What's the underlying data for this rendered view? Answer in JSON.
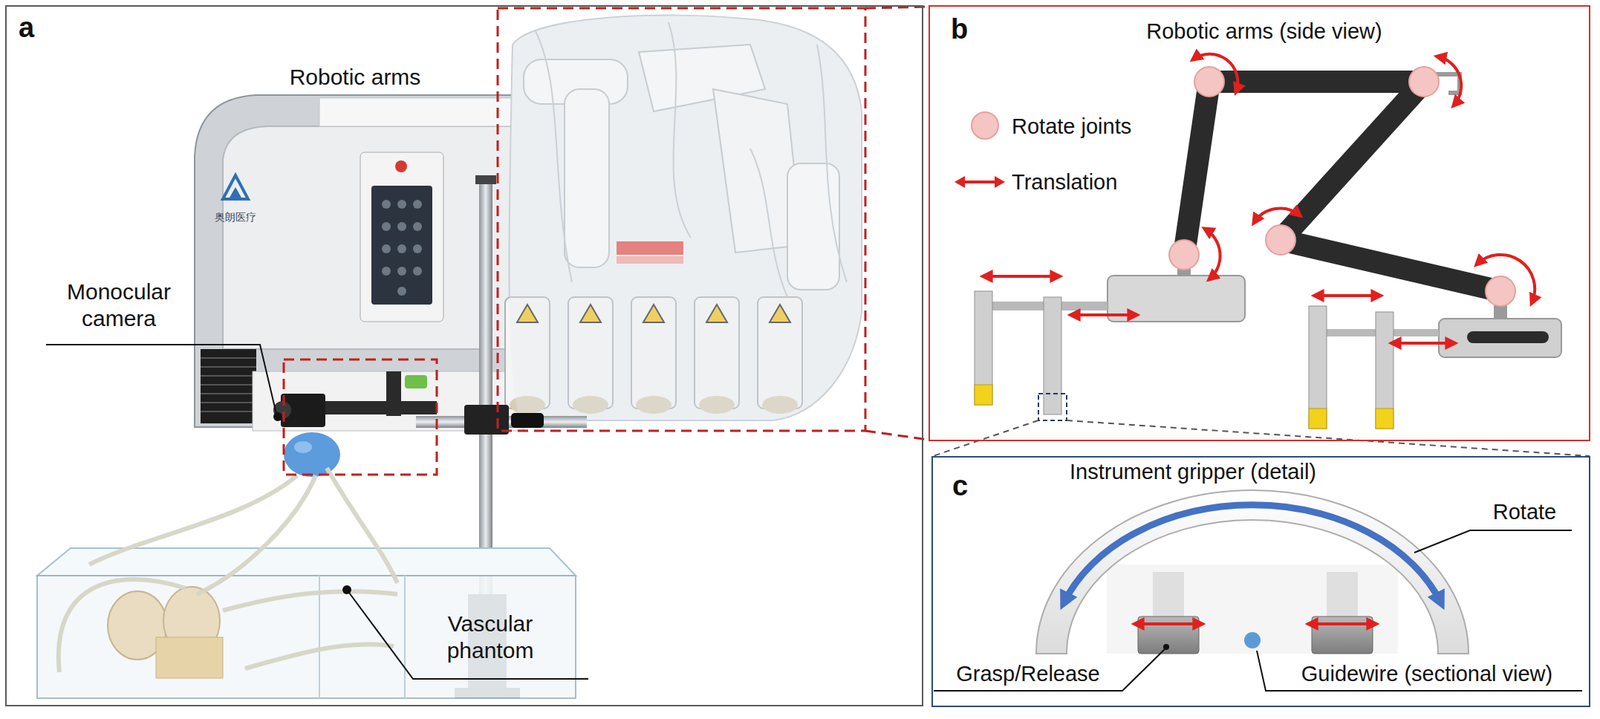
{
  "diagram": {
    "nodes": [
      {
        "text": [
          "a"
        ]
      },
      {
        "text": [
          "b",
          "Robotic arms (side view)"
        ]
      },
      {
        "text": [
          "c",
          "Instrument gripper (detail)"
        ]
      }
    ],
    "labels": [
      "Robotic arms",
      "Monocular camera",
      "Vascular phantom",
      "奥朗医疗",
      "Rotate",
      "Grasp/Release",
      "Guidewire (sectional view)"
    ],
    "legend": [
      {
        "text": "Rotate joints",
        "color": "#f4c5c2"
      },
      {
        "text": "Translation"
      }
    ]
  }
}
